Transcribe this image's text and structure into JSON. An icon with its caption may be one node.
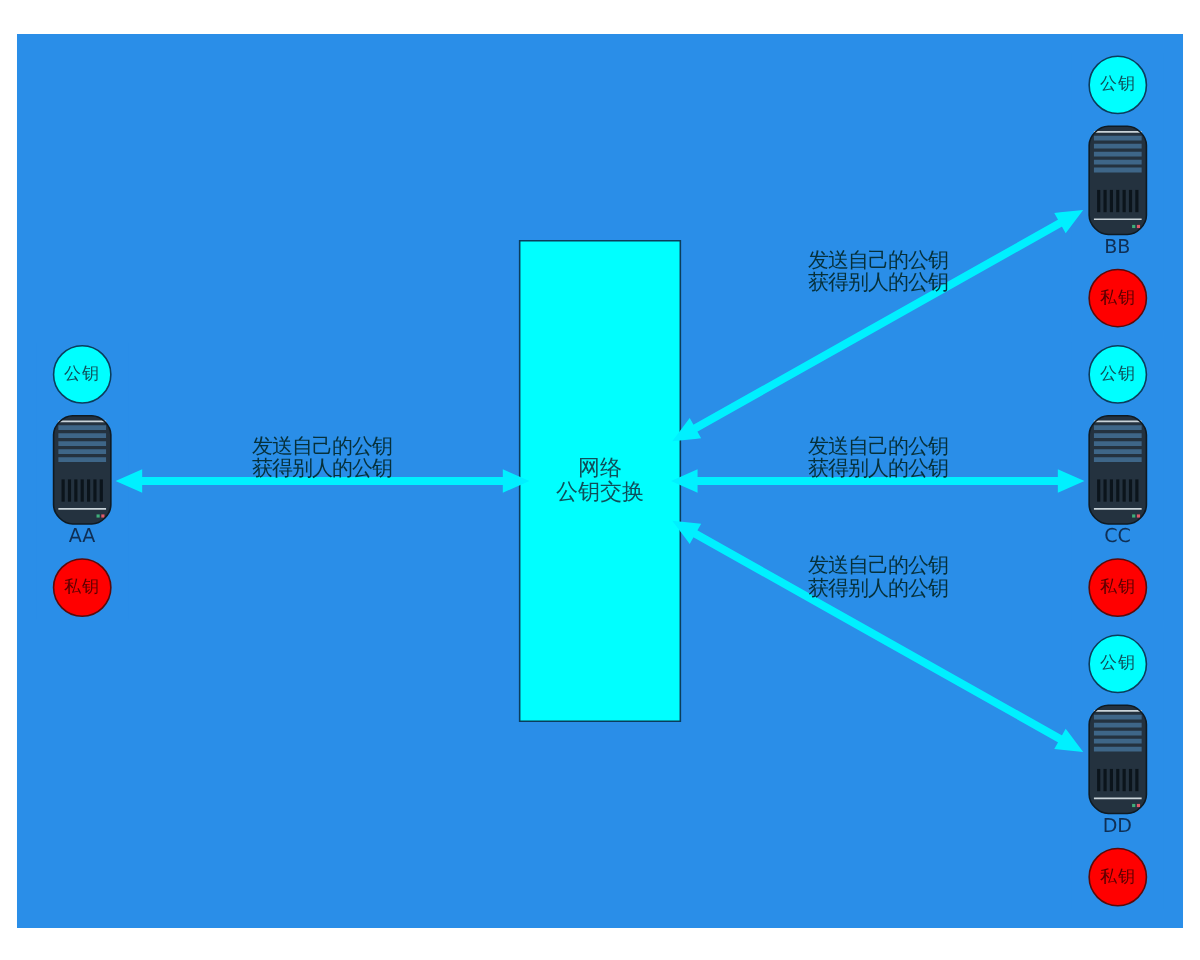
{
  "diagram": {
    "nodes": [
      {
        "text": [
          "公钥"
        ]
      },
      {
        "text": [
          "AA"
        ]
      },
      {
        "text": [
          "私钥"
        ]
      },
      {
        "text": [
          "网络",
          "公钥交换"
        ]
      },
      {
        "text": [
          "公钥"
        ]
      },
      {
        "text": [
          "BB"
        ]
      },
      {
        "text": [
          "私钥"
        ]
      },
      {
        "text": [
          "公钥"
        ]
      },
      {
        "text": [
          "CC"
        ]
      },
      {
        "text": [
          "私钥"
        ]
      },
      {
        "text": [
          "公钥"
        ]
      },
      {
        "text": [
          "DD"
        ]
      },
      {
        "text": [
          "私钥"
        ]
      }
    ],
    "edges": [
      {
        "from": 1,
        "to": 3,
        "arrow": "both",
        "label": "发送自己的公钥获得别人的公钥"
      },
      {
        "from": 3,
        "to": 5,
        "arrow": "both",
        "label": "发送自己的公钥获得别人的公钥"
      },
      {
        "from": 3,
        "to": 8,
        "arrow": "both",
        "label": "发送自己的公钥获得别人的公钥"
      },
      {
        "from": 3,
        "to": 11,
        "arrow": "both",
        "label": "发送自己的公钥获得别人的公钥"
      }
    ]
  }
}
